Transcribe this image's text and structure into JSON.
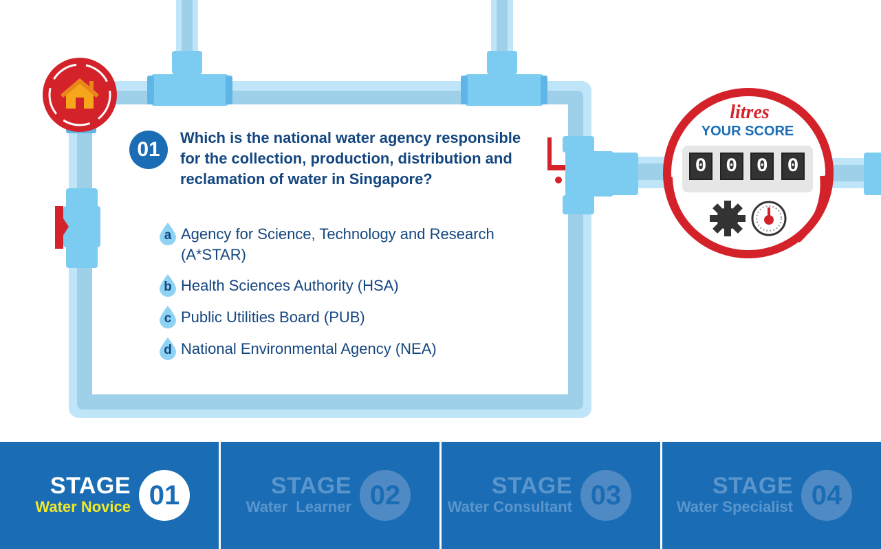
{
  "question": {
    "number": "01",
    "text": "Which is the national water agency responsible for the collection, production, distribution and reclamation of water in Singapore?"
  },
  "answers": [
    {
      "letter": "a",
      "text": "Agency for Science, Technology and Research (A*STAR)"
    },
    {
      "letter": "b",
      "text": "Health Sciences Authority (HSA)"
    },
    {
      "letter": "c",
      "text": "Public Utilities Board (PUB)"
    },
    {
      "letter": "d",
      "text": "National Environmental Agency (NEA)"
    }
  ],
  "score": {
    "unit": "litres",
    "label": "YOUR SCORE",
    "digits": [
      "0",
      "0",
      "0",
      "0"
    ]
  },
  "stages": [
    {
      "label": "STAGE",
      "name": "Water Novice",
      "number": "01",
      "state": "active"
    },
    {
      "label": "STAGE",
      "name": "Water  Learner",
      "number": "02",
      "state": "locked"
    },
    {
      "label": "STAGE",
      "name": "Water Consultant",
      "number": "03",
      "state": "locked"
    },
    {
      "label": "STAGE",
      "name": "Water Specialist",
      "number": "04",
      "state": "locked"
    }
  ],
  "icons": {
    "home": "home-icon",
    "valve": "valve-handle-icon",
    "gear": "gear-icon",
    "dial": "dial-gauge-icon",
    "drop": "water-drop-icon"
  },
  "colors": {
    "pipe": "#9fd6f3",
    "pipe_dark": "#80c0e0",
    "joint": "#7ccbf0",
    "brand_blue": "#1a6db5",
    "red": "#d3222a",
    "stage_active_name": "#f2e927",
    "stage_locked": "#5a95cc"
  }
}
